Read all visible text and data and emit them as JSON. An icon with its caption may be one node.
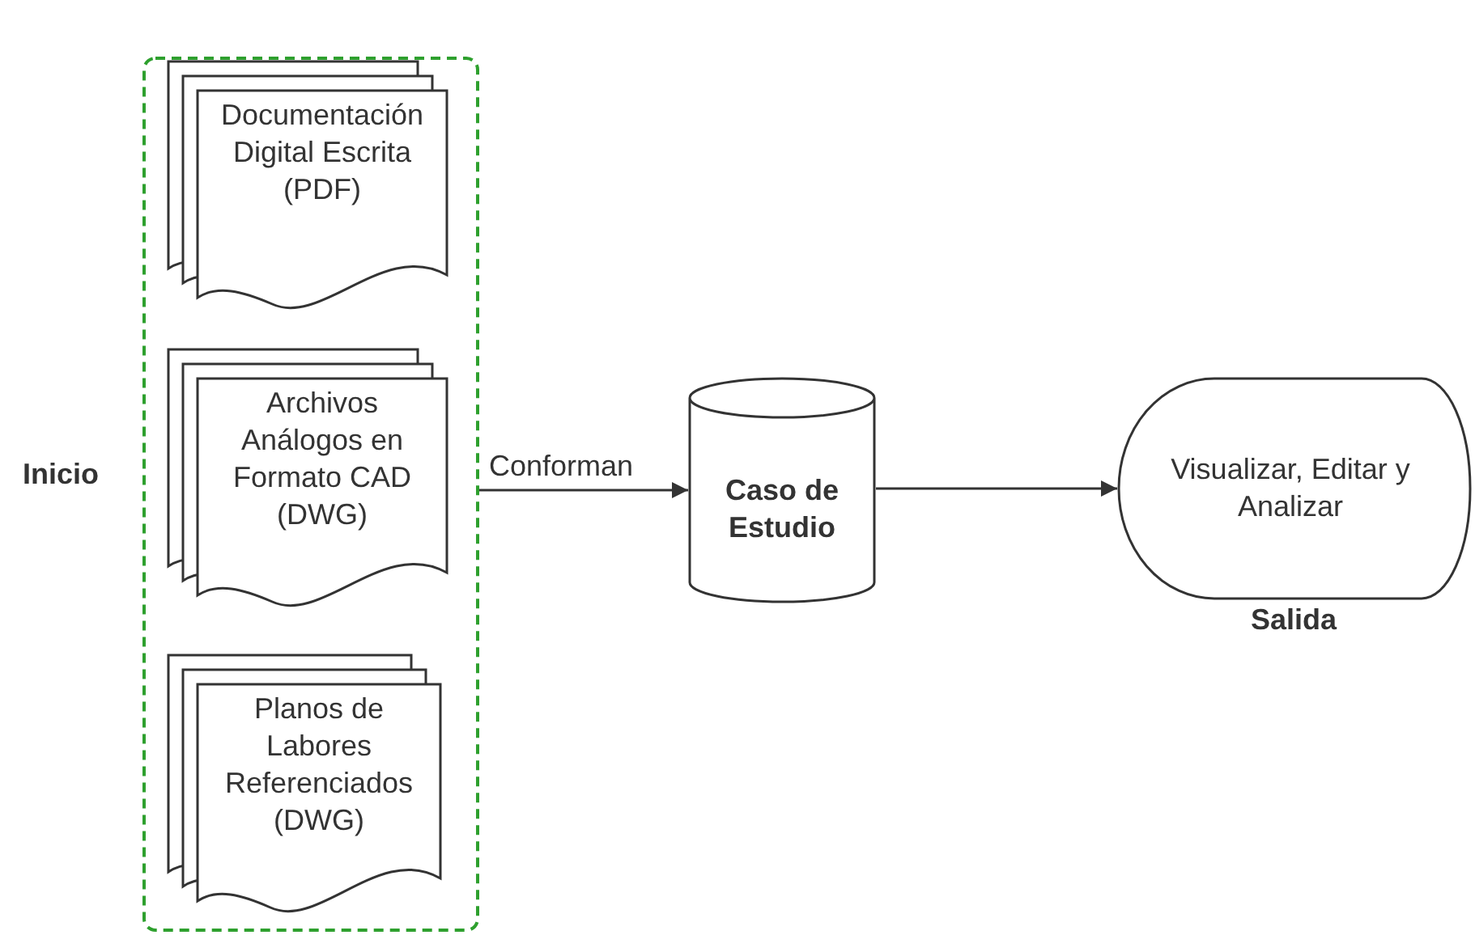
{
  "diagram": {
    "nodes": [
      {
        "text": [],
        "shape": "box"
      },
      {
        "text": [
          "Documentación Digital Escrita (PDF)"
        ],
        "in": 0
      },
      {
        "text": [
          "Archivos Análogos en Formato CAD (DWG)"
        ],
        "in": 0
      },
      {
        "text": [
          "Planos de Labores Referenciados (DWG)"
        ],
        "in": 0
      },
      {
        "text": [
          "Caso de Estudio"
        ]
      },
      {
        "text": [
          "Visualizar, Editar y Analizar"
        ],
        "beside": [
          "Salida"
        ]
      }
    ],
    "edges": [
      {
        "from": 0,
        "to": 4,
        "arrow": "to",
        "label": "Conforman"
      },
      {
        "from": 4,
        "to": 5,
        "arrow": "to"
      }
    ],
    "labels": [
      "Inicio"
    ]
  }
}
